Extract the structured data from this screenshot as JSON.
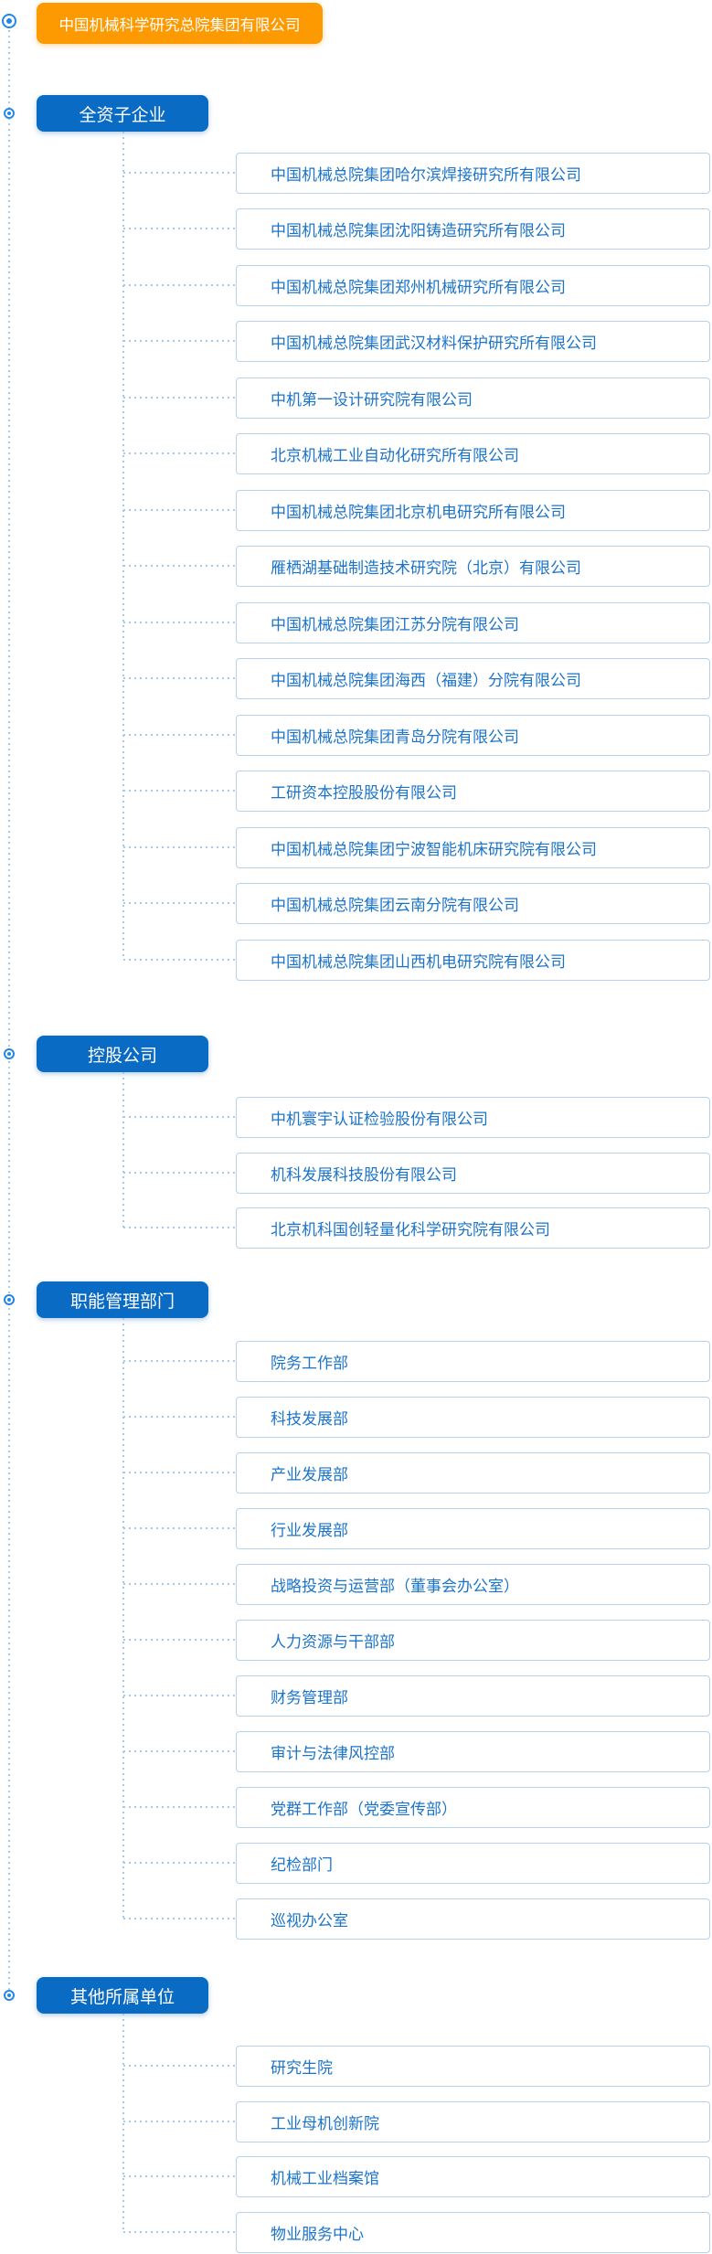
{
  "root": {
    "label": "中国机械科学研究总院集团有限公司"
  },
  "sections": [
    {
      "label": "全资子企业",
      "items": [
        "中国机械总院集团哈尔滨焊接研究所有限公司",
        "中国机械总院集团沈阳铸造研究所有限公司",
        "中国机械总院集团郑州机械研究所有限公司",
        "中国机械总院集团武汉材料保护研究所有限公司",
        "中机第一设计研究院有限公司",
        "北京机械工业自动化研究所有限公司",
        "中国机械总院集团北京机电研究所有限公司",
        "雁栖湖基础制造技术研究院（北京）有限公司",
        "中国机械总院集团江苏分院有限公司",
        "中国机械总院集团海西（福建）分院有限公司",
        "中国机械总院集团青岛分院有限公司",
        "工研资本控股股份有限公司",
        "中国机械总院集团宁波智能机床研究院有限公司",
        "中国机械总院集团云南分院有限公司",
        "中国机械总院集团山西机电研究院有限公司"
      ]
    },
    {
      "label": "控股公司",
      "items": [
        "中机寰宇认证检验股份有限公司",
        "机科发展科技股份有限公司",
        "北京机科国创轻量化科学研究院有限公司"
      ]
    },
    {
      "label": "职能管理部门",
      "items": [
        "院务工作部",
        "科技发展部",
        "产业发展部",
        "行业发展部",
        "战略投资与运营部（董事会办公室）",
        "人力资源与干部部",
        "财务管理部",
        "审计与法律风控部",
        "党群工作部（党委宣传部）",
        "纪检部门",
        "巡视办公室"
      ]
    },
    {
      "label": "其他所属单位",
      "items": [
        "研究生院",
        "工业母机创新院",
        "机械工业档案馆",
        "物业服务中心"
      ]
    }
  ],
  "icons": {
    "node_bullet": "radio-dot-icon"
  },
  "colors": {
    "root_orange": "#fd9a01",
    "header_blue": "#0a6bc5",
    "item_text_blue": "#1b74c9",
    "item_border": "#b5d2ec",
    "connector_line": "#a6c9ee",
    "marker_blue": "#2287e8"
  }
}
